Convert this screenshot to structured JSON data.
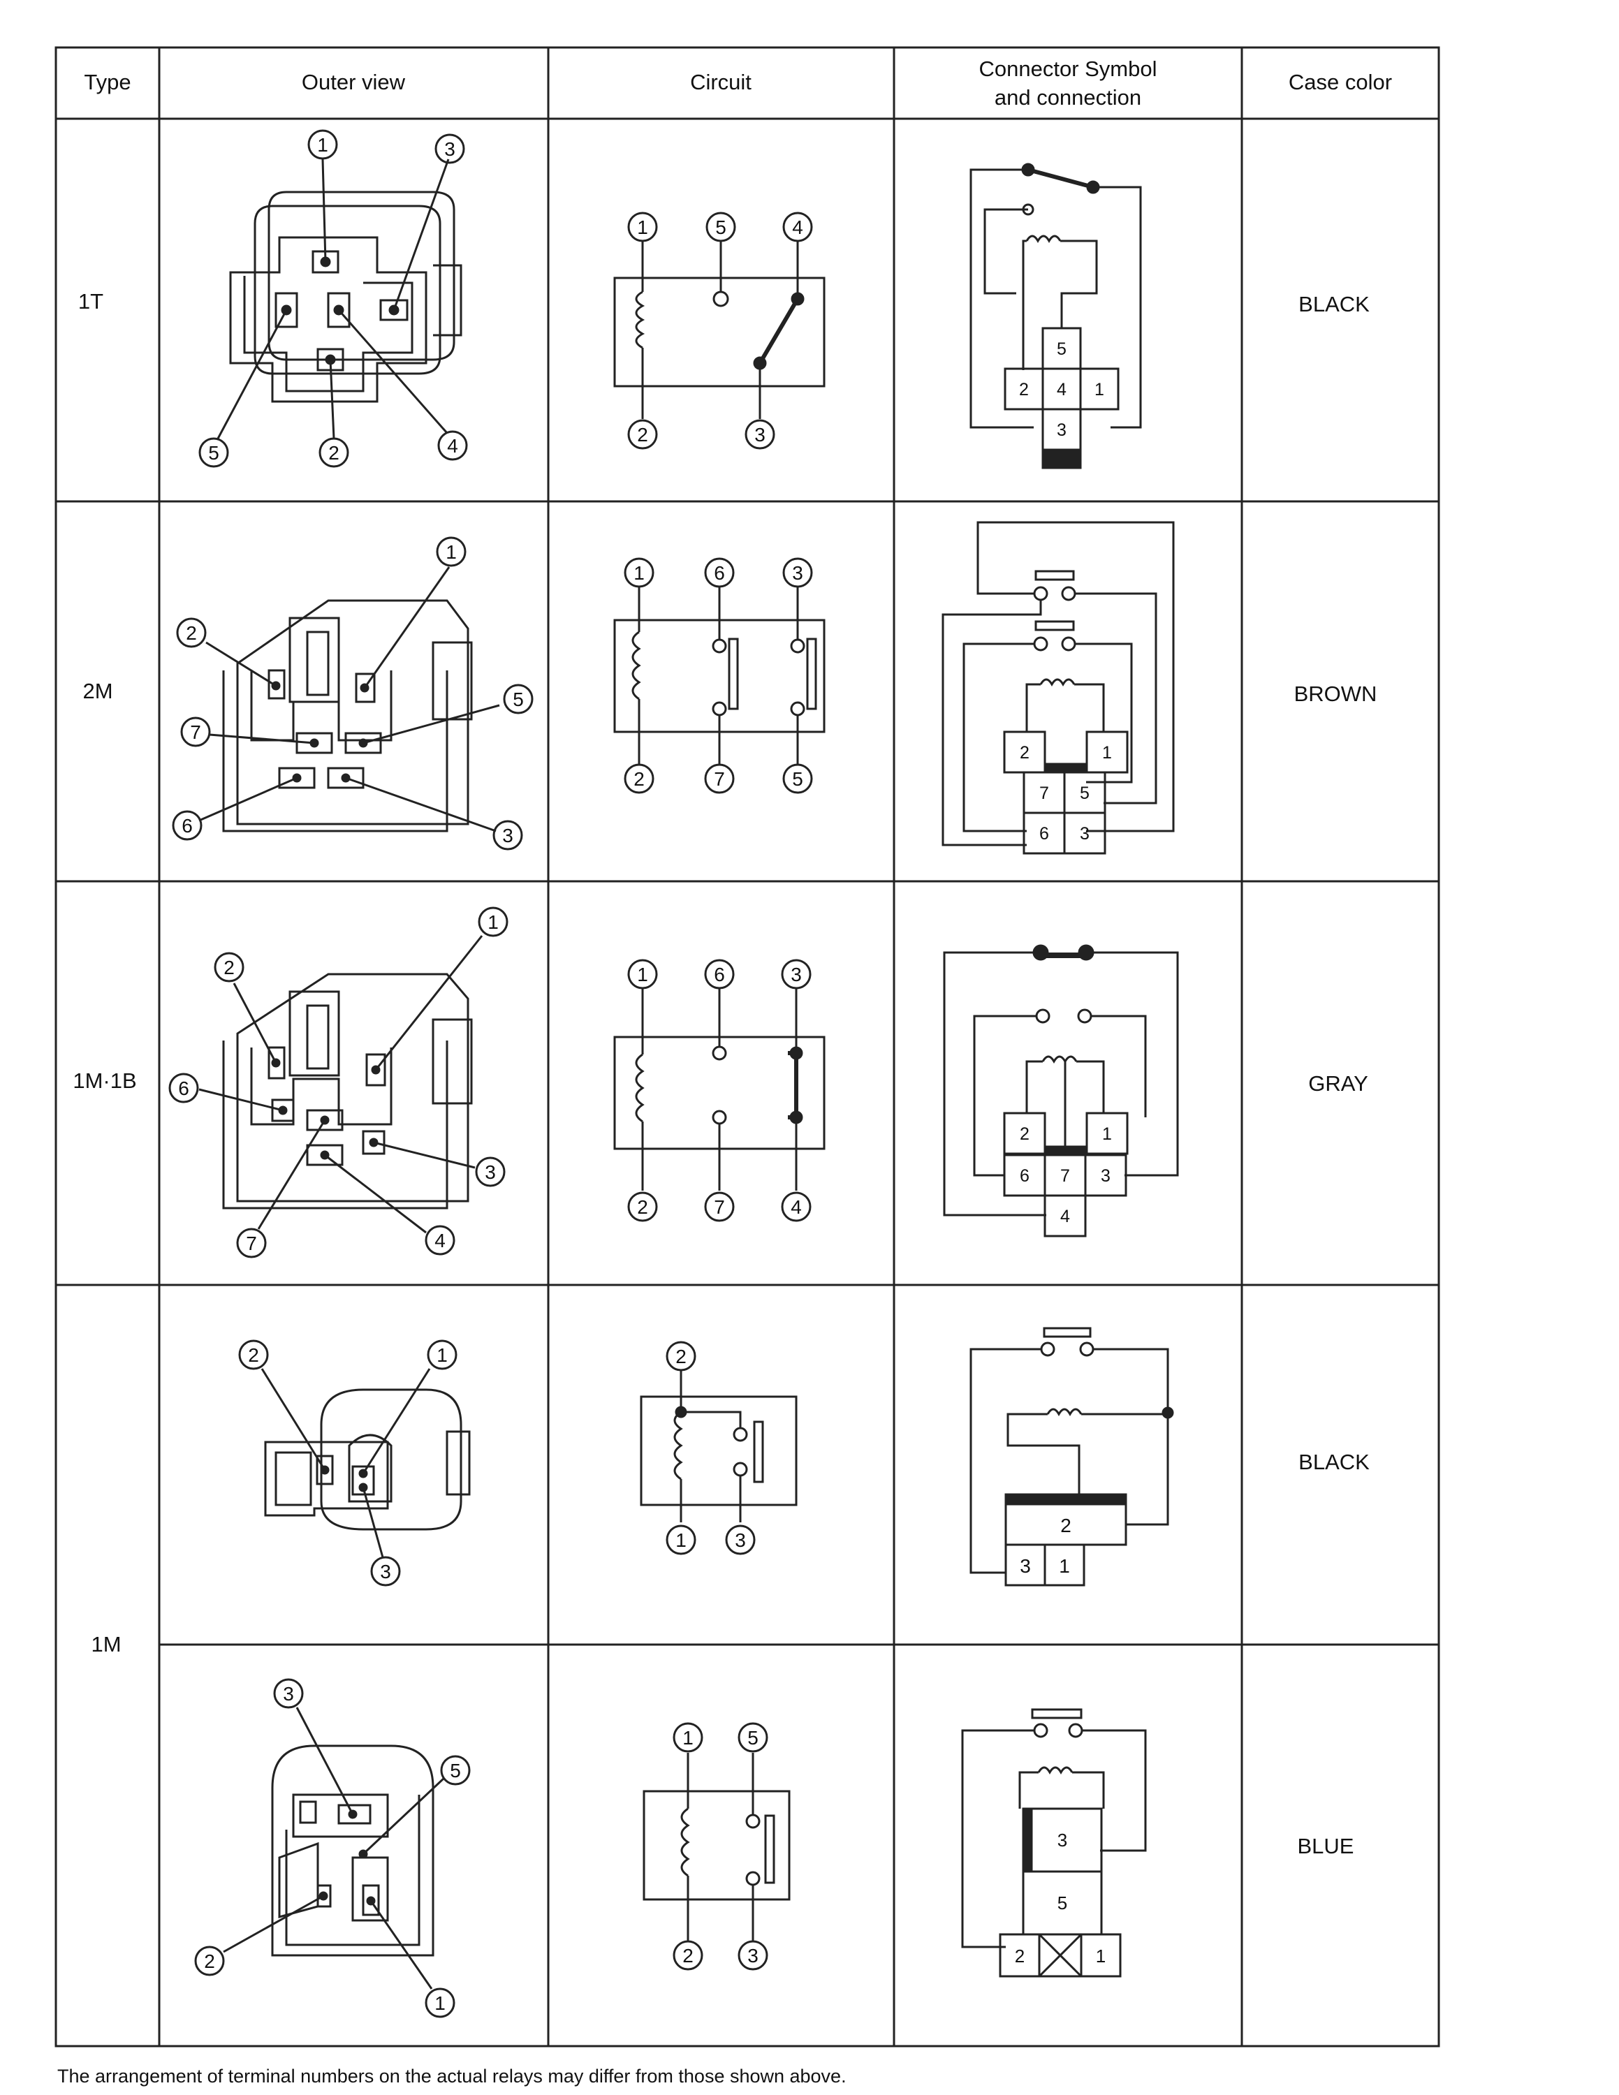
{
  "header": {
    "type": "Type",
    "outer_view": "Outer view",
    "circuit": "Circuit",
    "connector_line1": "Connector Symbol",
    "connector_line2": "and connection",
    "case_color": "Case color"
  },
  "rows": [
    {
      "type": "1T",
      "color": "BLACK",
      "outer_labels": [
        "1",
        "3",
        "5",
        "2",
        "4"
      ],
      "circuit_terminals": [
        "1",
        "5",
        "4",
        "2",
        "3"
      ],
      "connector_cells": [
        "5",
        "2",
        "4",
        "1",
        "3"
      ]
    },
    {
      "type": "2M",
      "color": "BROWN",
      "outer_labels": [
        "1",
        "2",
        "5",
        "7",
        "6",
        "3"
      ],
      "circuit_terminals": [
        "1",
        "6",
        "3",
        "2",
        "7",
        "5"
      ],
      "connector_cells": [
        "2",
        "1",
        "7",
        "5",
        "6",
        "3"
      ]
    },
    {
      "type": "1M·1B",
      "color": "GRAY",
      "outer_labels": [
        "1",
        "2",
        "6",
        "3",
        "7",
        "4"
      ],
      "circuit_terminals": [
        "1",
        "6",
        "3",
        "2",
        "7",
        "4"
      ],
      "connector_cells": [
        "2",
        "1",
        "6",
        "7",
        "3",
        "4"
      ]
    },
    {
      "type": "",
      "color": "BLACK",
      "outer_labels": [
        "2",
        "1",
        "3"
      ],
      "circuit_terminals": [
        "2",
        "1",
        "3"
      ],
      "connector_cells": [
        "2",
        "3",
        "1"
      ]
    },
    {
      "type": "",
      "color": "BLUE",
      "outer_labels": [
        "3",
        "5",
        "2",
        "1"
      ],
      "circuit_terminals": [
        "1",
        "5",
        "2",
        "3"
      ],
      "connector_cells": [
        "3",
        "5",
        "2",
        "1"
      ]
    }
  ],
  "merged_type": "1M",
  "footnote": "The arrangement of terminal numbers on the actual relays may differ from those shown above."
}
